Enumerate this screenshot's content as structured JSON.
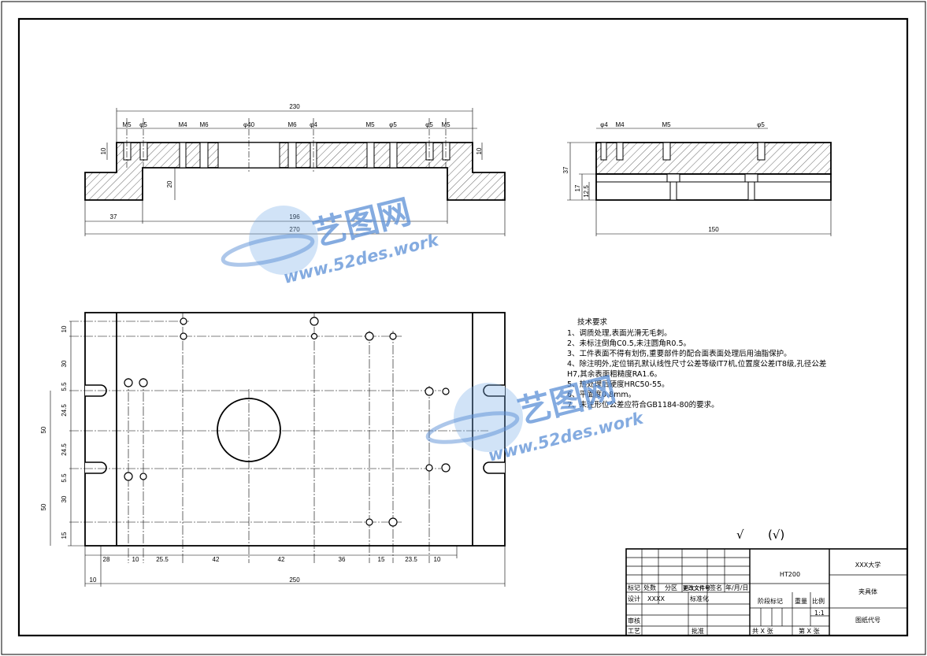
{
  "front_view": {
    "dims": {
      "overall_top": "230",
      "m5_left": "M5",
      "d5_left": "φ5",
      "m4": "M4",
      "m6_left": "M6",
      "d40": "φ40",
      "m6_right": "M6",
      "d4": "φ4",
      "m5_mid": "M5",
      "d5_mid": "φ5",
      "d5_right": "φ5",
      "m5_right": "M5",
      "left_height": "10",
      "right_height": "10",
      "slot_depth": "20",
      "left_ledge": "37",
      "slot_width": "196",
      "overall_bottom": "270"
    }
  },
  "side_view": {
    "dims": {
      "d4_a": "φ4",
      "m4": "M4",
      "m5": "M5",
      "d5": "φ5",
      "height": "37",
      "lower": "17",
      "lower_sub": "12.5",
      "width": "150"
    }
  },
  "plan_view": {
    "left_dims": [
      "10",
      "30",
      "5.5",
      "24.5",
      "24.5",
      "50",
      "5.5",
      "30",
      "50",
      "15"
    ],
    "bottom_dims": [
      "28",
      "10",
      "25.5",
      "42",
      "42",
      "36",
      "15",
      "23.5",
      "10"
    ],
    "overall_left": "10",
    "overall_bottom": "250"
  },
  "tech_notes": {
    "title": "技术要求",
    "lines": [
      "1、调质处理,表面光滑无毛刺。",
      "2、未标注倒角C0.5,未注圆角R0.5。",
      "3、工件表面不得有划伤,重要部件的配合面表面处理后用油脂保护。",
      "4、除注明外,定位销孔默认线性尺寸公差等级IT7机,位置度公差IT8级,孔径公差",
      "H7,其余表面粗糙度RA1.6。",
      "5、热处理后硬度HRC50-55。",
      "6、平面度0.8mm。",
      "7、未注形位公差应符合GB1184-80的要求。"
    ]
  },
  "roughness": {
    "left": "√",
    "right": "(√)"
  },
  "watermark": {
    "brand": "艺图网",
    "url": "www.52des.work"
  },
  "title_block": {
    "material": "HT200",
    "school": "XXX大学",
    "part_name": "夹具体",
    "drawing_code": "图纸代号",
    "scale_value": "1:1",
    "labels": {
      "mark": "标记",
      "count": "处数",
      "zone": "分区",
      "change_doc": "更改文件号",
      "sign": "签名",
      "date": "年/月/日",
      "design": "设计",
      "designer": "XXXX",
      "standard": "标准化",
      "stage": "阶段标记",
      "weight": "重量",
      "scale": "比例",
      "review": "审核",
      "process": "工艺",
      "approve": "批准",
      "total_sheets": "共 X 张",
      "sheet_no": "第 X 张"
    }
  }
}
